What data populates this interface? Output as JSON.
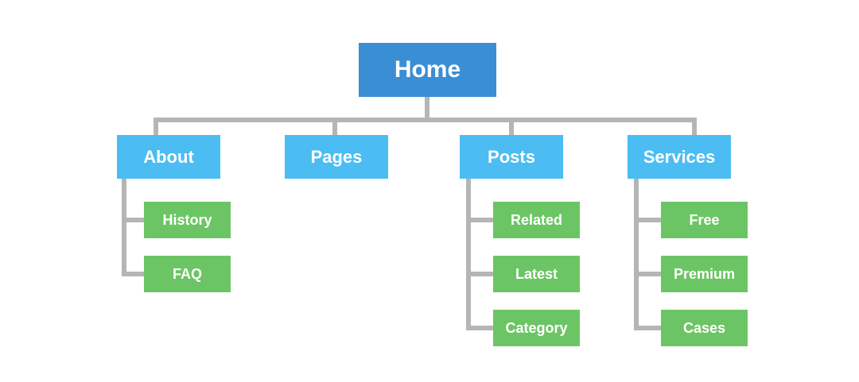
{
  "colors": {
    "root": "#3a8ed4",
    "section": "#4bbdf2",
    "leaf": "#6cc565",
    "connector": "#b5b5b5",
    "text": "#ffffff"
  },
  "tree": {
    "root": "Home",
    "sections": {
      "about": {
        "label": "About",
        "children": [
          "History",
          "FAQ"
        ]
      },
      "pages": {
        "label": "Pages",
        "children": []
      },
      "posts": {
        "label": "Posts",
        "children": [
          "Related",
          "Latest",
          "Category"
        ]
      },
      "services": {
        "label": "Services",
        "children": [
          "Free",
          "Premium",
          "Cases"
        ]
      }
    }
  }
}
